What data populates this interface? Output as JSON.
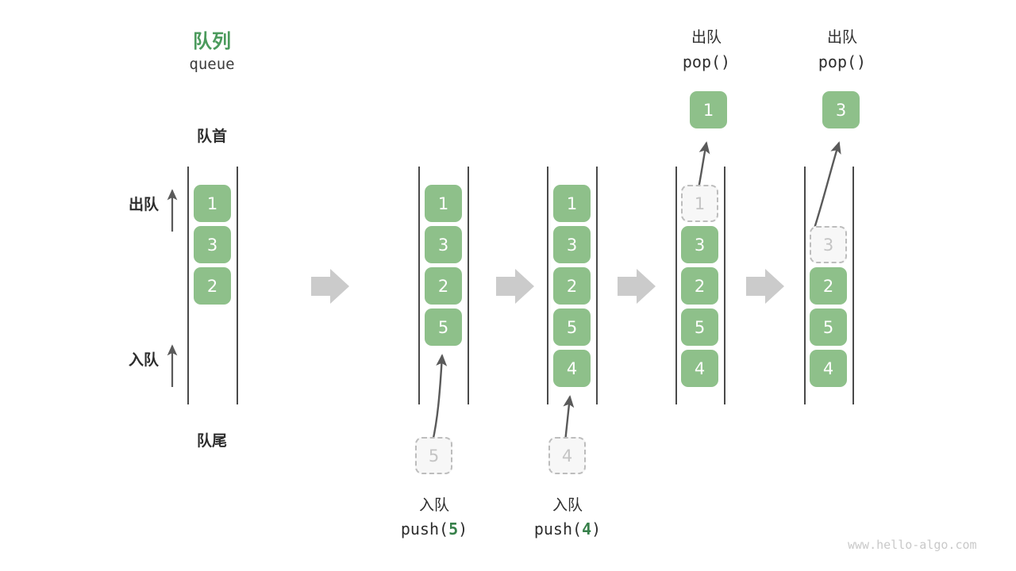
{
  "diagram": {
    "title_cn": "队列",
    "title_en": "queue",
    "front_label": "队首",
    "rear_label": "队尾",
    "dequeue_side_label": "出队",
    "enqueue_side_label": "入队",
    "accent_green": "#4b9a5c",
    "box_green": "#8ec08a",
    "ghost_gray": "#c4c4c4",
    "rail_color": "#4a4a4a",
    "arrow_gray": "#cccccc",
    "watermark": "www.hello-algo.com"
  },
  "columns": [
    {
      "id": "initial",
      "op_cn": "",
      "op_code_prefix": "",
      "op_code_value": "",
      "op_code_suffix": "",
      "items": [
        "1",
        "3",
        "2"
      ],
      "ghost_index": -1,
      "popped_value": "",
      "incoming_value": ""
    },
    {
      "id": "push-5",
      "op_cn": "入队",
      "op_code_prefix": "push(",
      "op_code_value": "5",
      "op_code_suffix": ")",
      "items": [
        "1",
        "3",
        "2",
        "5"
      ],
      "ghost_index": -1,
      "popped_value": "",
      "incoming_value": "5"
    },
    {
      "id": "push-4",
      "op_cn": "入队",
      "op_code_prefix": "push(",
      "op_code_value": "4",
      "op_code_suffix": ")",
      "items": [
        "1",
        "3",
        "2",
        "5",
        "4"
      ],
      "ghost_index": -1,
      "popped_value": "",
      "incoming_value": "4"
    },
    {
      "id": "pop-1",
      "op_cn": "出队",
      "op_code_prefix": "pop(",
      "op_code_value": "",
      "op_code_suffix": ")",
      "items": [
        "1",
        "3",
        "2",
        "5",
        "4"
      ],
      "ghost_index": 0,
      "popped_value": "1",
      "incoming_value": ""
    },
    {
      "id": "pop-3",
      "op_cn": "出队",
      "op_code_prefix": "pop(",
      "op_code_value": "",
      "op_code_suffix": ")",
      "items": [
        "3",
        "2",
        "5",
        "4"
      ],
      "ghost_index": 0,
      "popped_value": "3",
      "incoming_value": ""
    }
  ],
  "boxes": {
    "c1_b1": "1",
    "c1_b2": "3",
    "c1_b3": "2",
    "c2_b1": "1",
    "c2_b2": "3",
    "c2_b3": "2",
    "c2_b4": "5",
    "c2_ghost": "5",
    "c3_b1": "1",
    "c3_b2": "3",
    "c3_b3": "2",
    "c3_b4": "5",
    "c3_b5": "4",
    "c3_ghost": "4",
    "c4_g1": "1",
    "c4_b2": "3",
    "c4_b3": "2",
    "c4_b4": "5",
    "c4_b5": "4",
    "c4_popped": "1",
    "c5_g1": "3",
    "c5_b2": "2",
    "c5_b3": "5",
    "c5_b4": "4",
    "c5_popped": "3"
  },
  "labels": {
    "pop_cn_4": "出队",
    "pop_code_4": "pop()",
    "pop_cn_5": "出队",
    "pop_code_5": "pop()",
    "push_cn_2": "入队",
    "push_code_2_prefix": "push(",
    "push_code_2_value": "5",
    "push_code_2_suffix": ")",
    "push_cn_3": "入队",
    "push_code_3_prefix": "push(",
    "push_code_3_value": "4",
    "push_code_3_suffix": ")"
  }
}
